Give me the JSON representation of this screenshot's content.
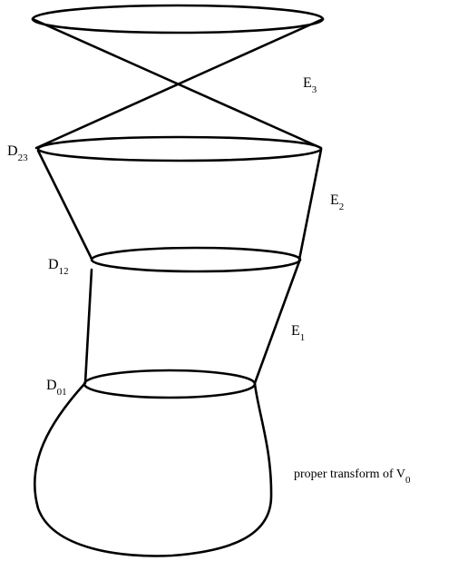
{
  "labels": {
    "e3": {
      "main": "E",
      "sub": "3"
    },
    "e2": {
      "main": "E",
      "sub": "2"
    },
    "e1": {
      "main": "E",
      "sub": "1"
    },
    "d23": {
      "main": "D",
      "sub": "23"
    },
    "d12": {
      "main": "D",
      "sub": "12"
    },
    "d01": {
      "main": "D",
      "sub": "01"
    },
    "v0": {
      "main": "proper transform of V",
      "sub": "0"
    }
  }
}
